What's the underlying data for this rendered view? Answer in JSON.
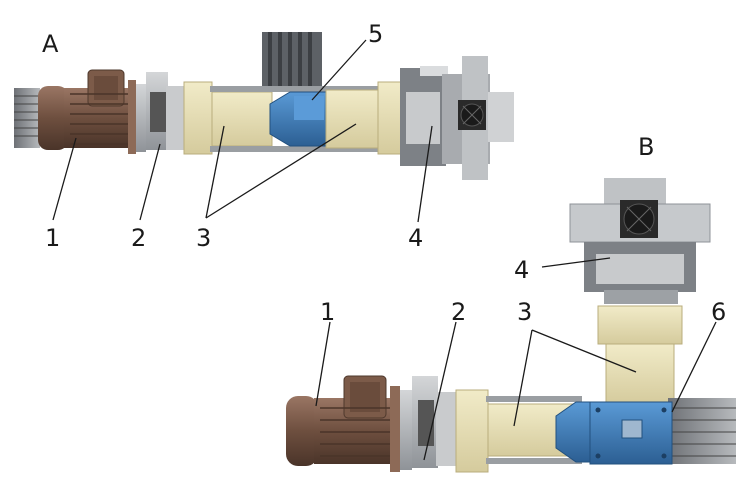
{
  "view_a": {
    "label": "A"
  },
  "view_b": {
    "label": "B"
  },
  "callouts_a": [
    "1",
    "2",
    "3",
    "4",
    "5"
  ],
  "callouts_b": [
    "1",
    "2",
    "3",
    "4",
    "6"
  ],
  "colors": {
    "motor": "#7a5a48",
    "motor_dark": "#4e382c",
    "housing": "#e8e0b8",
    "housing_dark": "#cfc596",
    "gearbox": "#3f7fbf",
    "gearbox_dark": "#2a5a8c",
    "metal": "#b9bcbf",
    "metal_dark": "#7d8186",
    "frame": "#6b6f74",
    "fan": "#2a2a2a"
  }
}
